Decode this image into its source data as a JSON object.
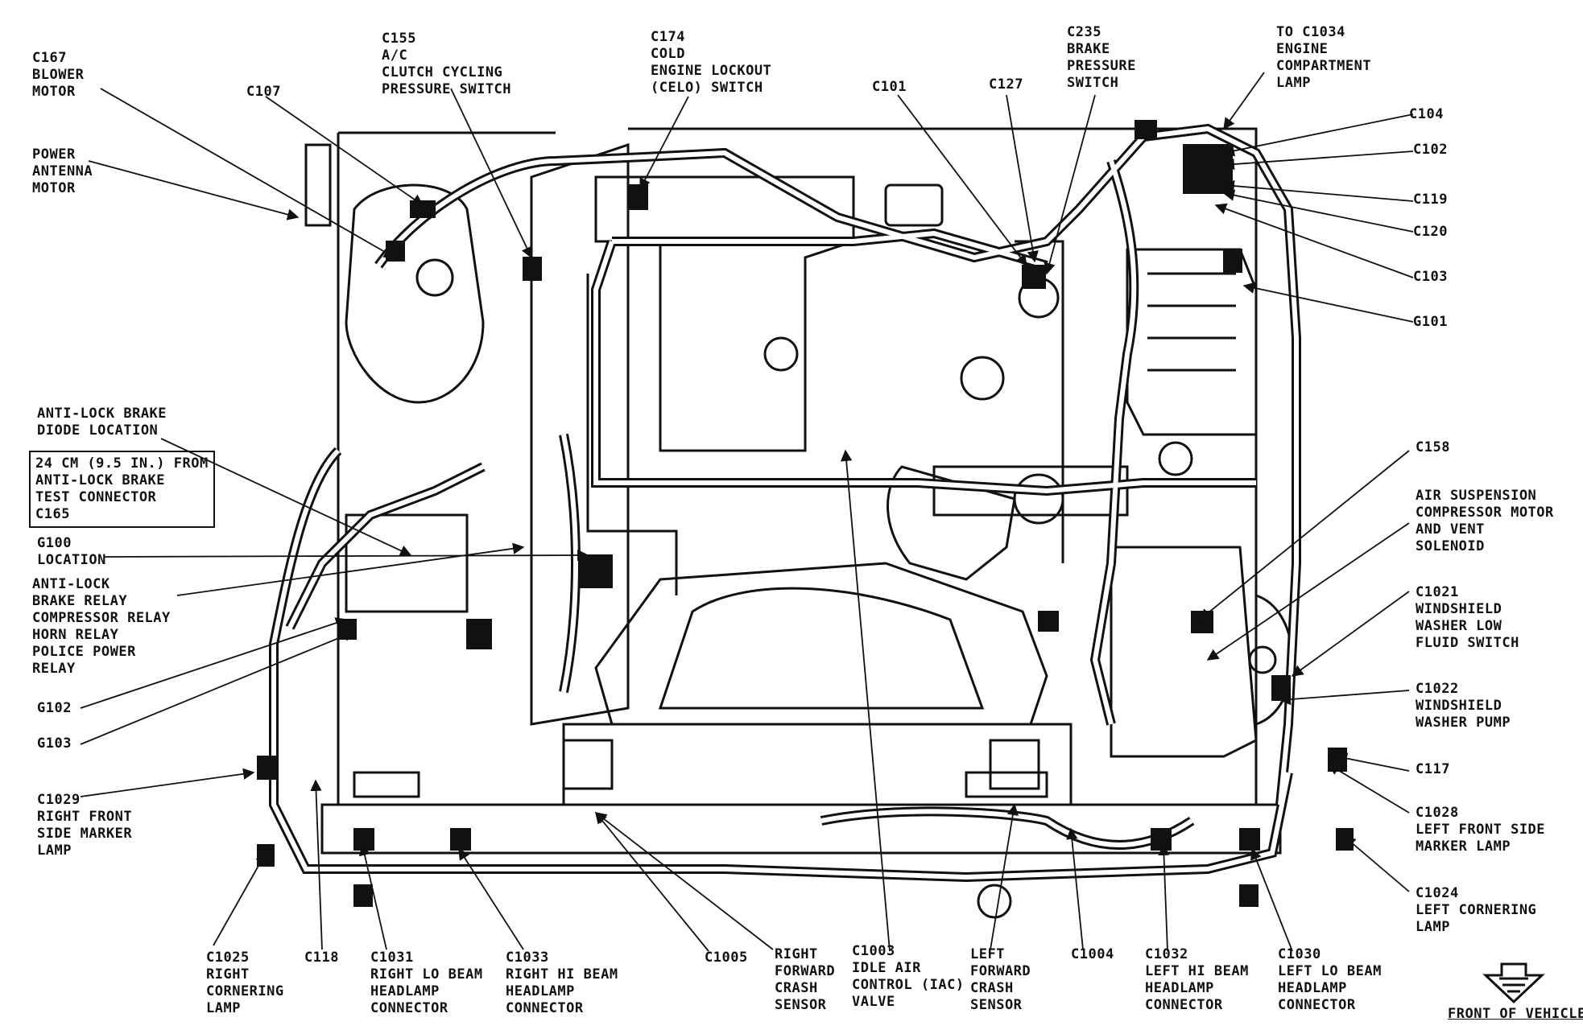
{
  "labels": {
    "c167": "C167\nBLOWER\nMOTOR",
    "power_antenna": "POWER\nANTENNA\nMOTOR",
    "c107": "C107",
    "c155": "C155\nA/C\nCLUTCH CYCLING\nPRESSURE SWITCH",
    "c174": "C174\nCOLD\nENGINE LOCKOUT\n(CELO) SWITCH",
    "c101": "C101",
    "c127": "C127",
    "c235": "C235\nBRAKE\nPRESSURE\nSWITCH",
    "c1034": "TO C1034\nENGINE\nCOMPARTMENT\nLAMP",
    "c104": "C104",
    "c102": "C102",
    "c119": "C119",
    "c120": "C120",
    "c103": "C103",
    "g101": "G101",
    "abs_diode": "ANTI-LOCK BRAKE\nDIODE LOCATION",
    "abs_note": "24 CM (9.5 IN.) FROM\nANTI-LOCK BRAKE\nTEST CONNECTOR\nC165",
    "g100": "G100\nLOCATION",
    "relays": "ANTI-LOCK\nBRAKE RELAY\nCOMPRESSOR RELAY\nHORN RELAY\nPOLICE POWER\nRELAY",
    "g102": "G102",
    "g103": "G103",
    "c1029": "C1029\nRIGHT FRONT\nSIDE MARKER\nLAMP",
    "c158": "C158",
    "air_susp": "AIR SUSPENSION\nCOMPRESSOR MOTOR\nAND VENT\nSOLENOID",
    "c1021": "C1021\nWINDSHIELD\nWASHER LOW\nFLUID SWITCH",
    "c1022": "C1022\nWINDSHIELD\nWASHER PUMP",
    "c117": "C117",
    "c1028": "C1028\nLEFT FRONT SIDE\nMARKER LAMP",
    "c1024": "C1024\nLEFT CORNERING\nLAMP",
    "c1025": "C1025\nRIGHT\nCORNERING\nLAMP",
    "c118": "C118",
    "c1031": "C1031\nRIGHT LO BEAM\nHEADLAMP\nCONNECTOR",
    "c1033": "C1033\nRIGHT HI BEAM\nHEADLAMP\nCONNECTOR",
    "c1005": "C1005",
    "right_crash": "RIGHT\nFORWARD\nCRASH\nSENSOR",
    "c1003": "C1003\nIDLE AIR\nCONTROL (IAC)\nVALVE",
    "left_crash": "LEFT\nFORWARD\nCRASH\nSENSOR",
    "c1004": "C1004",
    "c1032": "C1032\nLEFT HI BEAM\nHEADLAMP\nCONNECTOR",
    "c1030": "C1030\nLEFT LO BEAM\nHEADLAMP\nCONNECTOR",
    "front": "FRONT OF VEHICLE"
  },
  "colors": {
    "ink": "#111111",
    "paper": "#ffffff"
  },
  "icons": {
    "direction": "arrow-down-icon"
  }
}
